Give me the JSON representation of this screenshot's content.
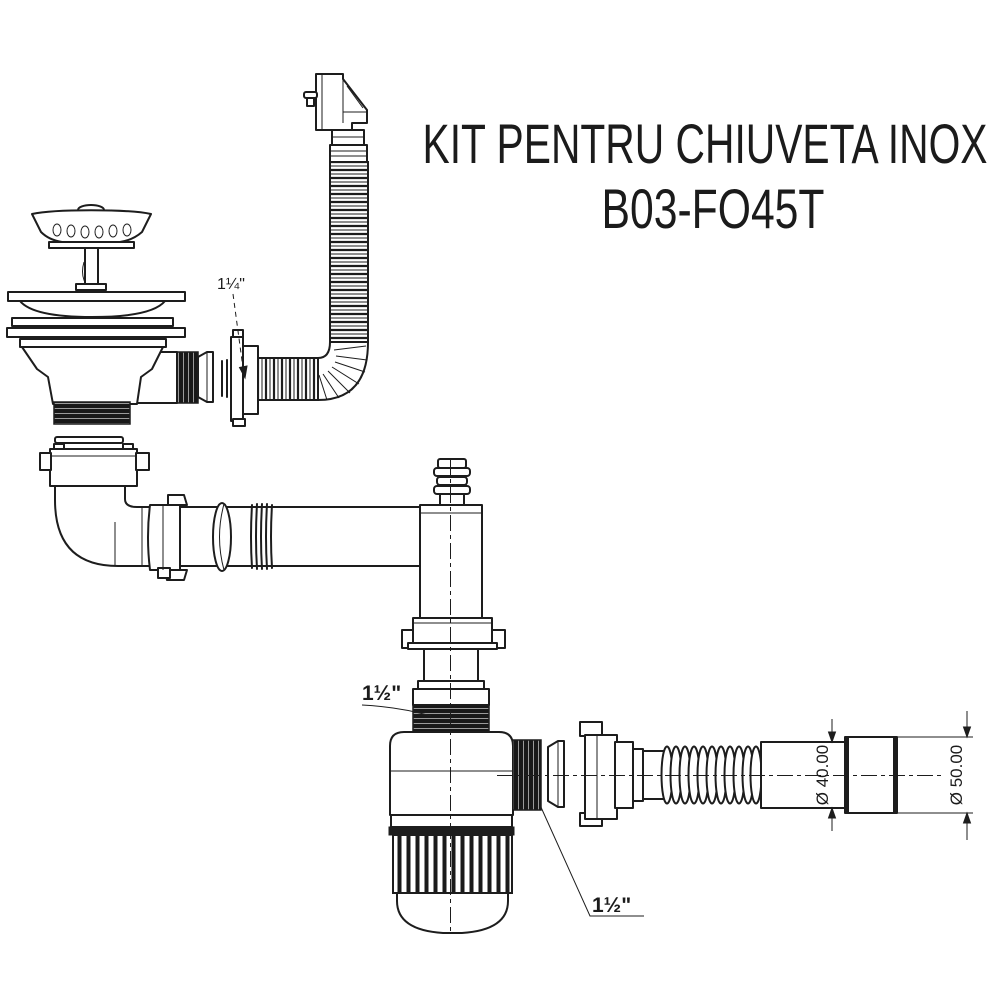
{
  "title": {
    "line1": "KIT PENTRU CHIUVETA INOX",
    "line2": "B03-FO45T"
  },
  "annotations": {
    "overflow_connection_size": "1¼\"",
    "trap_inlet_size": "1½\"",
    "trap_outlet_size": "1½\"",
    "flex_hose_diameter": "Ø 40.00",
    "end_fitting_diameter": "Ø 50.00"
  },
  "colors": {
    "background": "#ffffff",
    "line": "#1d1d1d"
  }
}
